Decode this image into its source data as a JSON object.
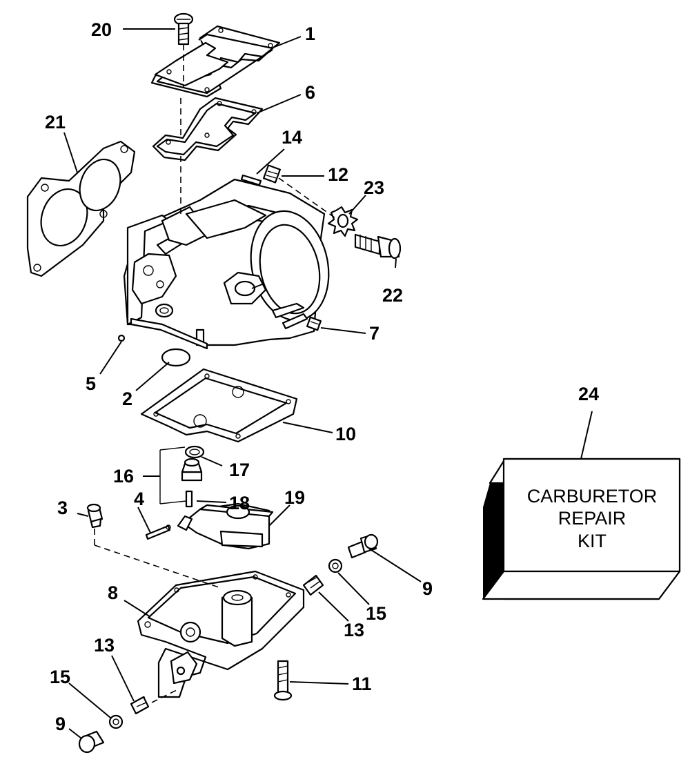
{
  "callouts": {
    "c1": "1",
    "c2": "2",
    "c3": "3",
    "c4": "4",
    "c5": "5",
    "c6": "6",
    "c7": "7",
    "c8": "8",
    "c9a": "9",
    "c9b": "9",
    "c10": "10",
    "c11": "11",
    "c12": "12",
    "c13a": "13",
    "c13b": "13",
    "c14": "14",
    "c15a": "15",
    "c15b": "15",
    "c16": "16",
    "c17": "17",
    "c18": "18",
    "c19": "19",
    "c20": "20",
    "c21": "21",
    "c22": "22",
    "c23": "23",
    "c24": "24"
  },
  "kit": {
    "line1": "CARBURETOR",
    "line2": "REPAIR",
    "line3": "KIT"
  }
}
